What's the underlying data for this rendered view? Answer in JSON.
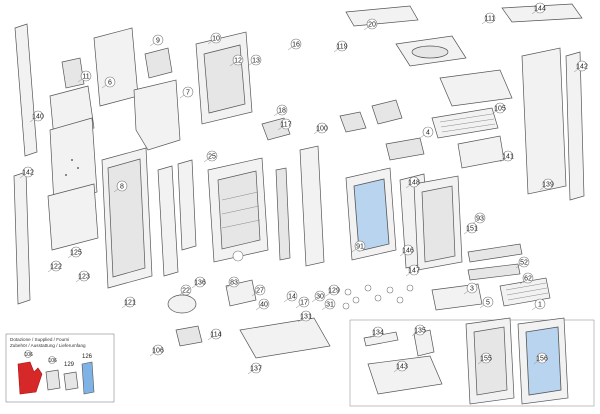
{
  "diagram": {
    "part_numbers": [
      "20",
      "144",
      "111",
      "9",
      "10",
      "119",
      "16",
      "13",
      "12",
      "142",
      "140",
      "11",
      "6",
      "7",
      "117",
      "100",
      "105",
      "4",
      "141",
      "142",
      "139",
      "8",
      "148",
      "93",
      "91",
      "146",
      "151",
      "147",
      "52",
      "62",
      "3",
      "125",
      "122",
      "123",
      "136",
      "121",
      "135",
      "5",
      "1",
      "114",
      "137",
      "134",
      "156",
      "155",
      "143",
      "25",
      "106",
      "14",
      "129",
      "30",
      "27",
      "17",
      "31",
      "131",
      "83",
      "40",
      "22",
      "18"
    ],
    "accessories_box": {
      "title_line1": "Dotazione / Supplied / Fourni",
      "title_line2": "Zubehör / Ausstattung / Lieferumfang",
      "items": [
        "106",
        "129",
        "126"
      ]
    },
    "highlight_colors": {
      "glass": "#b9d4ef",
      "glove": "#d62828"
    }
  }
}
